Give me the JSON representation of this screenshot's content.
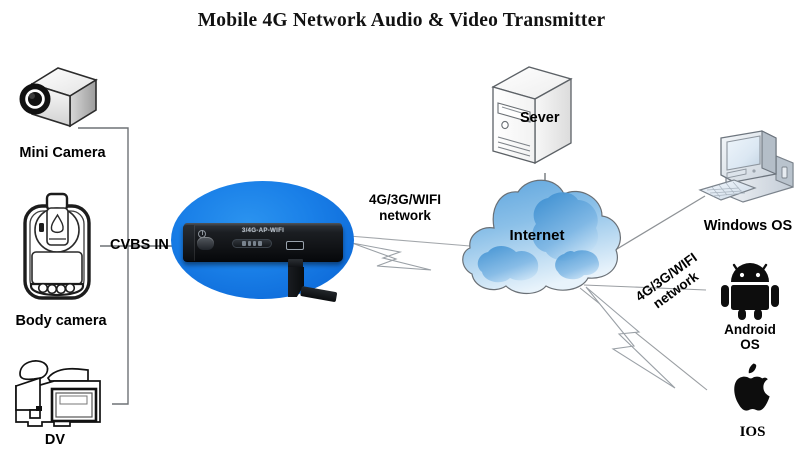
{
  "title": "Mobile 4G Network Audio & Video Transmitter",
  "sources": [
    {
      "id": "mini-camera",
      "label": "Mini Camera"
    },
    {
      "id": "body-camera",
      "label": "Body camera"
    },
    {
      "id": "dv-camcorder",
      "label": "DV"
    }
  ],
  "connections": {
    "input_label": "CVBS IN",
    "network_label_1": "4G/3G/WIFI\nnetwork",
    "network_label_2": "4G/3G/WIFI\nnetwork"
  },
  "transmitter": {
    "device_label": "3/4G-AP-WIFI",
    "disc_color": "#1a80e8",
    "body_color": "#111316"
  },
  "infrastructure": [
    {
      "id": "server",
      "label": "Sever"
    },
    {
      "id": "internet",
      "label": "Internet"
    }
  ],
  "clients": [
    {
      "id": "windows-os",
      "label": "Windows OS"
    },
    {
      "id": "android-os",
      "label": "Android\nOS"
    },
    {
      "id": "ios",
      "label": "IOS"
    }
  ],
  "colors": {
    "cloud_blue": "#4a90d9",
    "disc_blue": "#1a80e8",
    "line_gray": "#808488",
    "text_black": "#000000"
  }
}
